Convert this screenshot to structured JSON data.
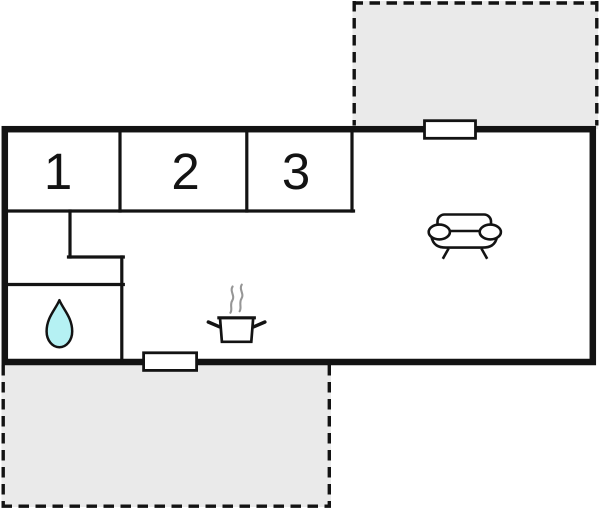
{
  "rooms": [
    {
      "label": "1"
    },
    {
      "label": "2"
    },
    {
      "label": "3"
    }
  ],
  "icons": [
    {
      "name": "sofa-icon"
    },
    {
      "name": "cooking-pot-icon"
    },
    {
      "name": "steam-icon"
    },
    {
      "name": "water-drop-icon"
    }
  ],
  "colors": {
    "wall": "#131313",
    "ink": "#131313",
    "terrace_fill": "#eaeaea",
    "drop_fill": "#b5f1f3",
    "steam": "#969696",
    "background": "#ffffff"
  }
}
